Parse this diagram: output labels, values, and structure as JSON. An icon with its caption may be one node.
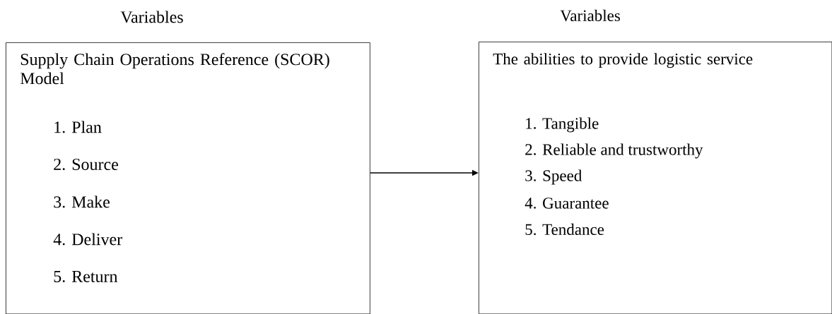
{
  "diagram": {
    "nodes": [
      {
        "text": [
          "Variables",
          "Supply Chain Operations Reference (SCOR) Model",
          "1. Plan",
          "2. Source",
          "3. Make",
          "4. Deliver",
          "5. Return"
        ]
      },
      {
        "text": [
          "Variables",
          "The abilities to provide logistic service",
          "1. Tangible",
          "2. Reliable and trustworthy",
          "3. Speed",
          "4. Guarantee",
          "5. Tendance"
        ]
      }
    ],
    "edges": [
      {
        "from": 0,
        "to": 1,
        "arrow": "to"
      }
    ]
  }
}
